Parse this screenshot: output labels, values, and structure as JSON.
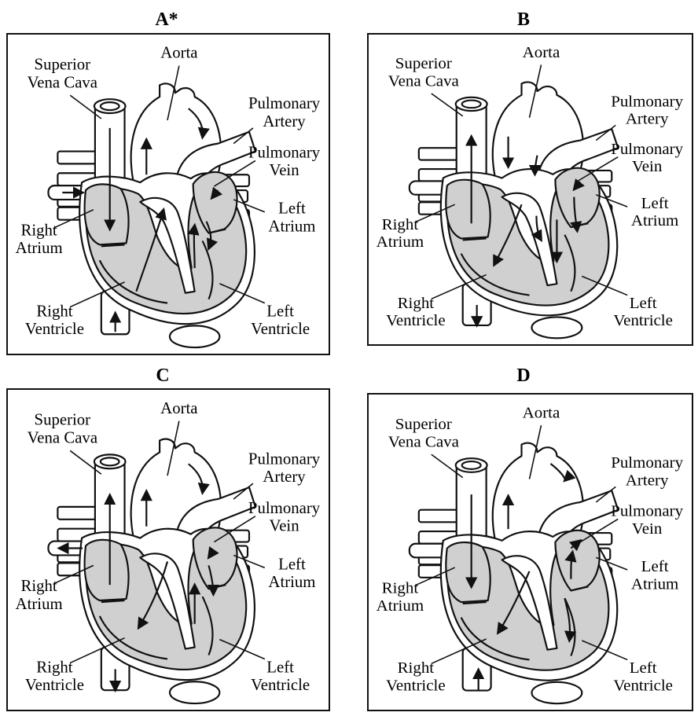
{
  "panels": [
    {
      "title": "A*",
      "labels": {
        "aorta": "Aorta",
        "superior_vena_cava": [
          "Superior",
          "Vena Cava"
        ],
        "pulmonary_artery": [
          "Pulmonary",
          "Artery"
        ],
        "pulmonary_vein": [
          "Pulmonary",
          "Vein"
        ],
        "left_atrium": [
          "Left",
          "Atrium"
        ],
        "right_atrium": [
          "Right",
          "Atrium"
        ],
        "right_ventricle": [
          "Right",
          "Ventricle"
        ],
        "left_ventricle": [
          "Left",
          "Ventricle"
        ]
      }
    },
    {
      "title": "B",
      "labels": {
        "aorta": "Aorta",
        "superior_vena_cava": [
          "Superior",
          "Vena Cava"
        ],
        "pulmonary_artery": [
          "Pulmonary",
          "Artery"
        ],
        "pulmonary_vein": [
          "Pulmonary",
          "Vein"
        ],
        "left_atrium": [
          "Left",
          "Atrium"
        ],
        "right_atrium": [
          "Right",
          "Atrium"
        ],
        "right_ventricle": [
          "Right",
          "Ventricle"
        ],
        "left_ventricle": [
          "Left",
          "Ventricle"
        ]
      }
    },
    {
      "title": "C",
      "labels": {
        "aorta": "Aorta",
        "superior_vena_cava": [
          "Superior",
          "Vena Cava"
        ],
        "pulmonary_artery": [
          "Pulmonary",
          "Artery"
        ],
        "pulmonary_vein": [
          "Pulmonary",
          "Vein"
        ],
        "left_atrium": [
          "Left",
          "Atrium"
        ],
        "right_atrium": [
          "Right",
          "Atrium"
        ],
        "right_ventricle": [
          "Right",
          "Ventricle"
        ],
        "left_ventricle": [
          "Left",
          "Ventricle"
        ]
      }
    },
    {
      "title": "D",
      "labels": {
        "aorta": "Aorta",
        "superior_vena_cava": [
          "Superior",
          "Vena Cava"
        ],
        "pulmonary_artery": [
          "Pulmonary",
          "Artery"
        ],
        "pulmonary_vein": [
          "Pulmonary",
          "Vein"
        ],
        "left_atrium": [
          "Left",
          "Atrium"
        ],
        "right_atrium": [
          "Right",
          "Atrium"
        ],
        "right_ventricle": [
          "Right",
          "Ventricle"
        ],
        "left_ventricle": [
          "Left",
          "Ventricle"
        ]
      }
    }
  ],
  "colors": {
    "chamber_fill": "#d0d0d0",
    "outline": "#111111",
    "background": "#ffffff"
  }
}
